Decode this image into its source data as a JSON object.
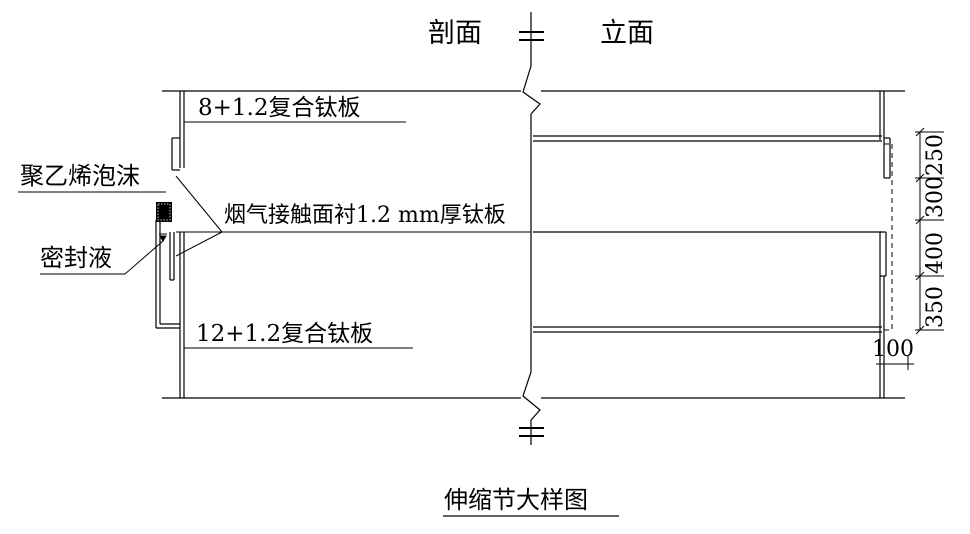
{
  "header": {
    "left_label": "剖面",
    "right_label": "立面"
  },
  "labels": {
    "top_plate": "8+1.2复合钛板",
    "foam": "聚乙烯泡沫",
    "lining": "烟气接触面衬1.2 mm厚钛板",
    "sealant": "密封液",
    "bottom_plate": "12+1.2复合钛板"
  },
  "dimensions": {
    "d1": "250",
    "d2": "300",
    "d3": "400",
    "d4": "350",
    "width": "100"
  },
  "caption": "伸缩节大样图",
  "colors": {
    "line": "#000000",
    "background": "#ffffff"
  }
}
